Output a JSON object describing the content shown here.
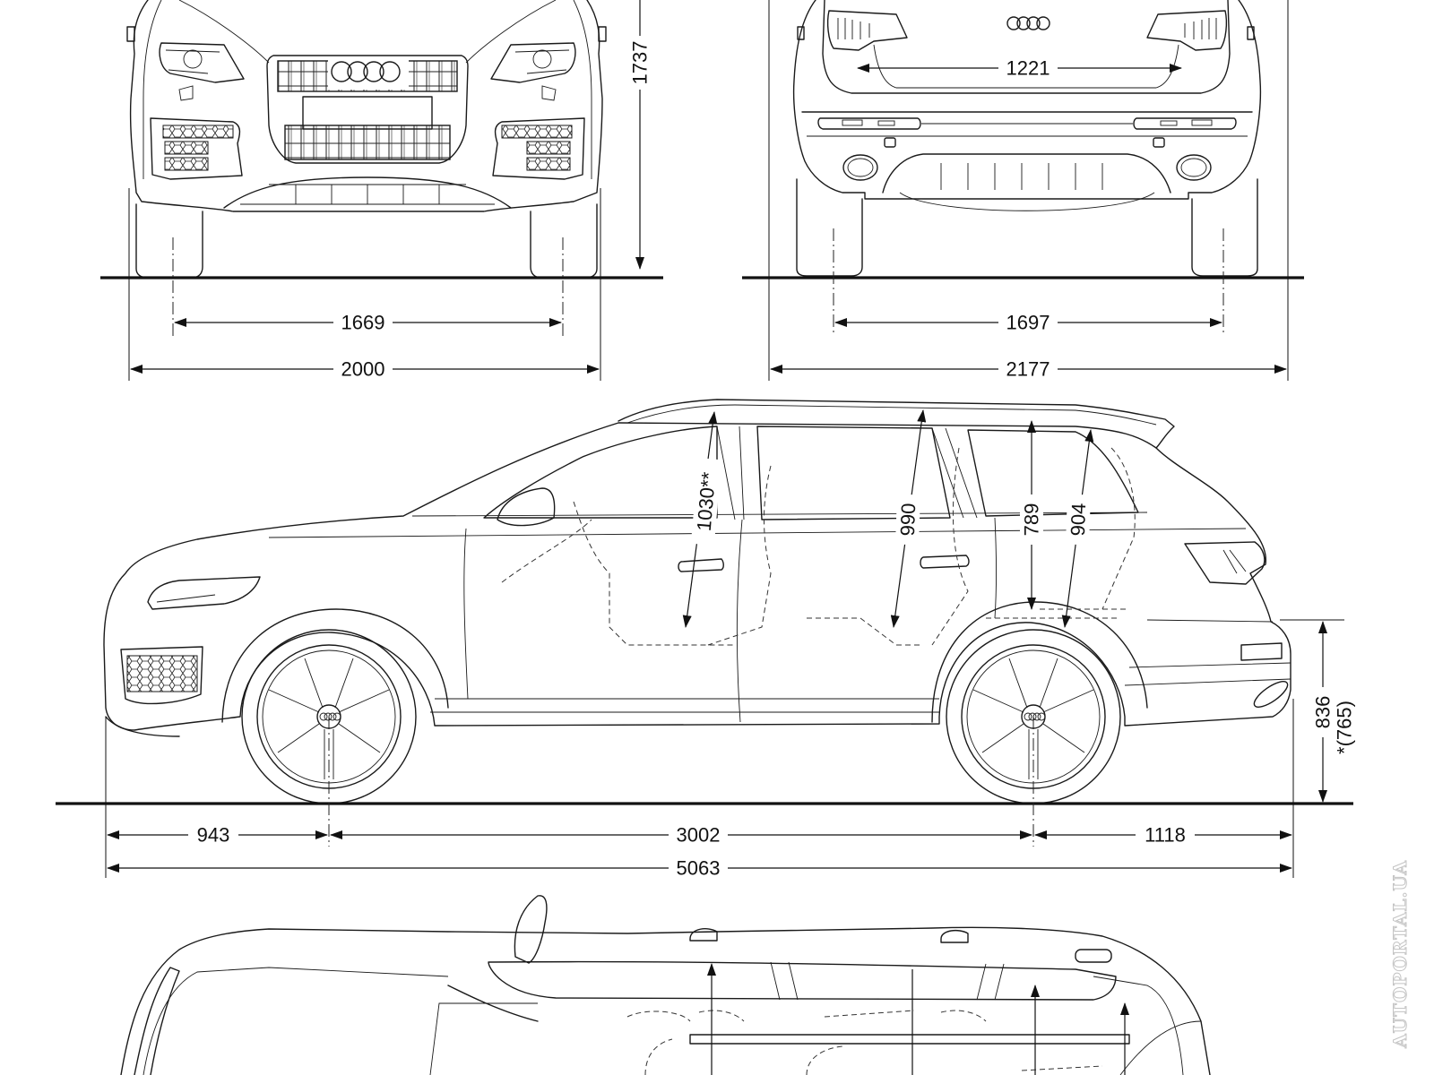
{
  "diagram": {
    "subject": "Audi Q7 dimension blueprint",
    "units": "mm",
    "views": {
      "front": {
        "label": "front-view",
        "dimensions": {
          "height": "1737",
          "front_track": "1669",
          "width_with_mirrors": "2000"
        }
      },
      "rear": {
        "label": "rear-view",
        "dimensions": {
          "tailgate_width": "1221",
          "rear_track": "1697",
          "overall_width_with_mirrors": "2177"
        }
      },
      "side": {
        "label": "side-view",
        "dimensions": {
          "front_headroom": "1030**",
          "second_row_headroom": "990",
          "cargo_height": "789",
          "third_row_headroom": "904",
          "load_sill_height": "836",
          "load_sill_height_alt": "*(765)",
          "front_overhang": "943",
          "wheelbase": "3002",
          "rear_overhang": "1118",
          "overall_length": "5063"
        }
      },
      "top": {
        "label": "top-view"
      }
    },
    "watermark": "AUTOPORTAL.UA"
  }
}
